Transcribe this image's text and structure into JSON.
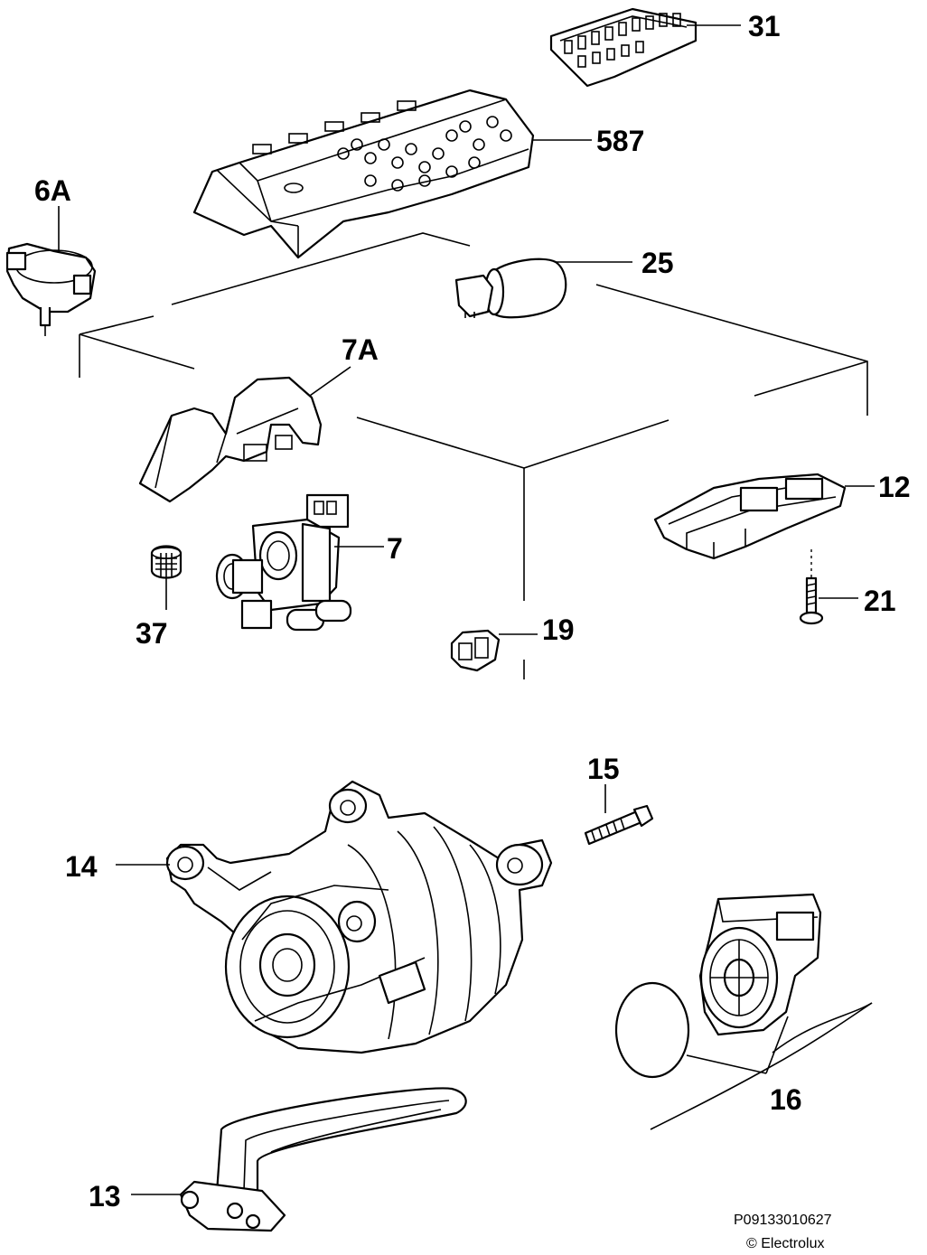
{
  "labels": {
    "p31": "31",
    "p587": "587",
    "p6A": "6A",
    "p25": "25",
    "p7A": "7A",
    "p12": "12",
    "p7": "7",
    "p21": "21",
    "p37": "37",
    "p19": "19",
    "p15": "15",
    "p14": "14",
    "p16": "16",
    "p13": "13"
  },
  "footer": {
    "code": "P09133010627",
    "copyright": "© Electrolux"
  }
}
